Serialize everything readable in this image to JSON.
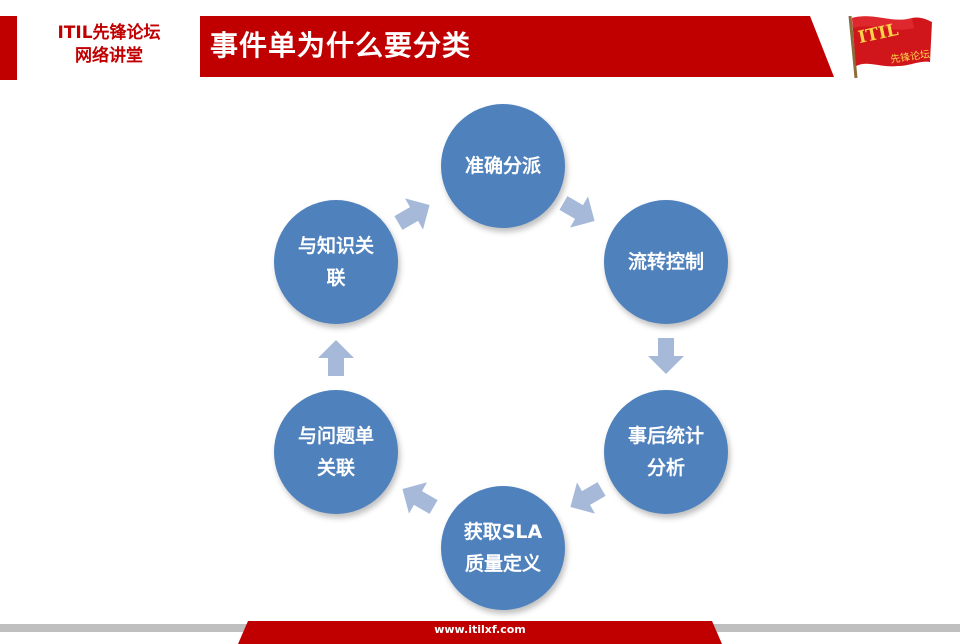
{
  "header": {
    "forum_name_line1": "ITIL先锋论坛",
    "forum_name_line2": "网络讲堂",
    "slide_title": "事件单为什么要分类",
    "logo_text": "ITIL",
    "logo_subtext": "先锋论坛"
  },
  "cycle": {
    "steps": [
      {
        "line1": "准确分派",
        "line2": ""
      },
      {
        "line1": "流转控制",
        "line2": ""
      },
      {
        "line1": "事后统计",
        "line2": "分析"
      },
      {
        "line1": "获取SLA",
        "line2": "质量定义"
      },
      {
        "line1": "与问题单",
        "line2": "关联"
      },
      {
        "line1": "与知识关",
        "line2": "联"
      }
    ],
    "circle_color": "#4f81bd",
    "arrow_color": "#a6b9d9"
  },
  "footer": {
    "url": "www.itilxf.com"
  },
  "colors": {
    "brand_red": "#c00000",
    "footer_grey": "#bfbfbf"
  }
}
